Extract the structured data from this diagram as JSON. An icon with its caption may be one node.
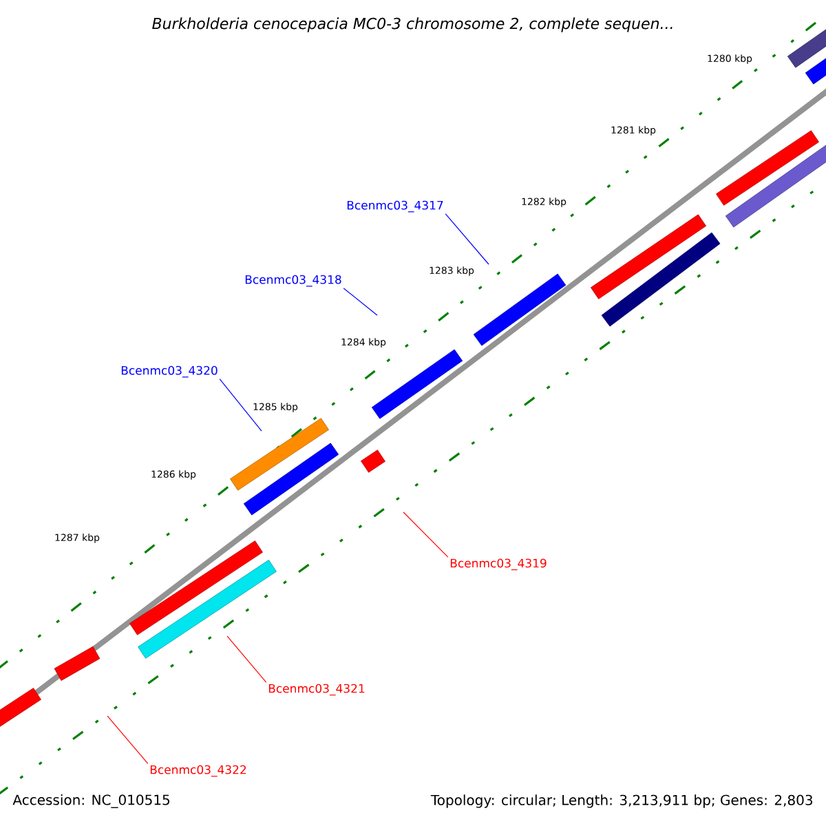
{
  "diagram": {
    "title": "*Burkholderia cenocepacia* MC0-3 chromosome 2, complete sequen...",
    "nodes": [
      {
        "text": [
          "Bcenmc03_4317"
        ]
      },
      {
        "text": [
          "Bcenmc03_4318"
        ]
      },
      {
        "text": [
          "Bcenmc03_4320"
        ]
      },
      {
        "text": [
          "Bcenmc03_4319"
        ]
      },
      {
        "text": [
          "Bcenmc03_4321"
        ]
      },
      {
        "text": [
          "Bcenmc03_4322"
        ]
      },
      {
        "text": [],
        "shape": "bar"
      },
      {
        "text": [],
        "shape": "bar"
      },
      {
        "text": [],
        "shape": "bar"
      },
      {
        "text": [],
        "shape": "bar"
      },
      {
        "text": [],
        "shape": "bar"
      },
      {
        "text": [],
        "shape": "bar"
      },
      {
        "text": [],
        "shape": "bar"
      },
      {
        "text": [],
        "shape": "bar"
      },
      {
        "text": [],
        "shape": "bar"
      },
      {
        "text": [],
        "shape": "bar"
      },
      {
        "text": [],
        "shape": "bar"
      },
      {
        "text": [],
        "shape": "bar"
      },
      {
        "text": [],
        "shape": "bar"
      },
      {
        "text": [],
        "shape": "bar"
      },
      {
        "text": [],
        "shape": "bar"
      }
    ],
    "edges": [
      {
        "from": 0,
        "to": null,
        "arrow": "none",
        "color": "#0000ff"
      },
      {
        "from": 1,
        "to": null,
        "arrow": "none",
        "color": "#0000ff"
      },
      {
        "from": 2,
        "to": null,
        "arrow": "none",
        "color": "#0000ff"
      },
      {
        "from": 3,
        "to": null,
        "arrow": "none",
        "color": "#ff0000"
      },
      {
        "from": 4,
        "to": null,
        "arrow": "none",
        "color": "#ff0000"
      },
      {
        "from": 5,
        "to": null,
        "arrow": "none",
        "color": "#ff0000"
      }
    ],
    "labels": [
      "1280 kbp",
      "1281 kbp",
      "1282 kbp",
      "1283 kbp",
      "1284 kbp",
      "1285 kbp",
      "1286 kbp",
      "1287 kbp",
      "Accession: NC_010515",
      "Topology: circular; Length: 3,213,911 bp; Genes: 2,803"
    ]
  }
}
